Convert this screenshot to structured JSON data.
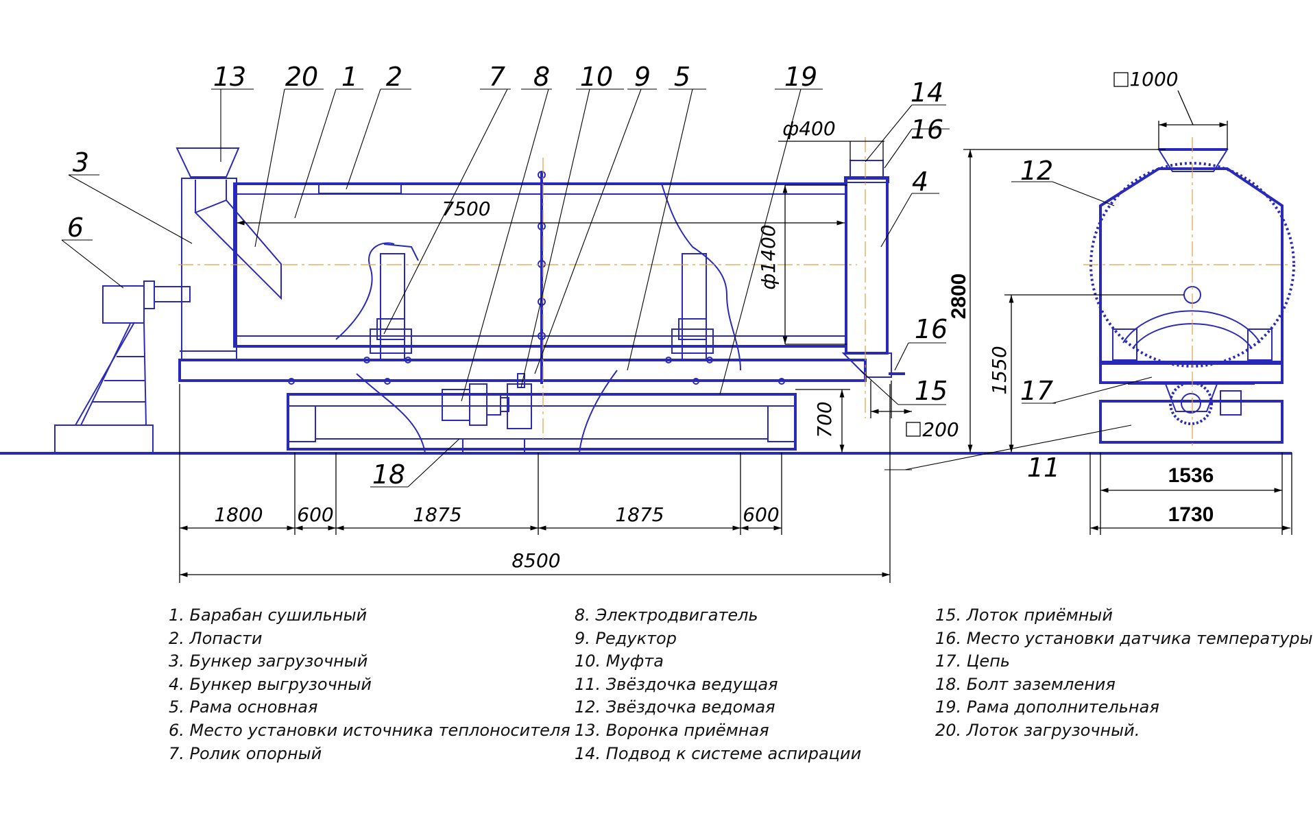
{
  "callouts": {
    "c1": "1",
    "c2": "2",
    "c3": "3",
    "c4": "4",
    "c5": "5",
    "c6": "6",
    "c7": "7",
    "c8": "8",
    "c9": "9",
    "c10": "10",
    "c11": "11",
    "c12": "12",
    "c13": "13",
    "c14": "14",
    "c15": "15",
    "c16a": "16",
    "c16b": "16",
    "c17": "17",
    "c18": "18",
    "c19": "19",
    "c20": "20"
  },
  "dimensions": {
    "drum_length": "7500",
    "drum_diameter": "ф1400",
    "outlet_diameter": "ф400",
    "total_length": "8500",
    "seg_1800": "1800",
    "seg_600_left": "600",
    "seg_1875_left": "1875",
    "seg_1875_right": "1875",
    "seg_600_right": "600",
    "tray_square": "200",
    "frame_height": "700",
    "total_height": "2800",
    "axis_height": "1550",
    "hopper_square": "1000",
    "rail_width": "1536",
    "overall_width": "1730"
  },
  "legend": {
    "col1": [
      "1.  Барабан сушильный",
      "2. Лопасти",
      "3. Бункер загрузочный",
      "4. Бункер выгрузочный",
      "5. Рама основная",
      "6. Место установки источника теплоносителя",
      "7. Ролик опорный"
    ],
    "col2": [
      "8. Электродвигатель",
      "9. Редуктор",
      "10. Муфта",
      "11. Звёздочка ведущая",
      "12. Звёздочка ведомая",
      "13. Воронка приёмная",
      "14. Подвод к системе аспирации"
    ],
    "col3": [
      "15. Лоток приёмный",
      "16. Место установки датчика температуры",
      "17. Цепь",
      "18. Болт заземления",
      "19. Рама дополнительная",
      "20. Лоток загрузочный."
    ]
  },
  "colors": {
    "machine": "#2a2ab8",
    "axis": "#e0a040",
    "dimension": "#000000"
  }
}
